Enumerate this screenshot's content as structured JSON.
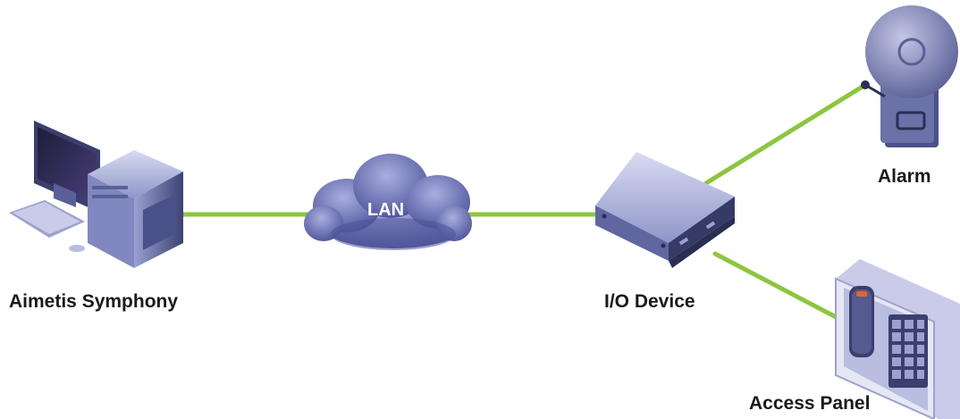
{
  "nodes": {
    "symphony": "Aimetis Symphony",
    "lan": "LAN",
    "io_device": "I/O Device",
    "alarm": "Alarm",
    "access_panel": "Access Panel"
  },
  "colors": {
    "link": "#8CC63F",
    "device_dark": "#3a3f6e",
    "device_mid": "#6b72a8",
    "device_light": "#b9bde0",
    "cloud": "#6a70b5",
    "badge_orange": "#e8622a"
  },
  "icons": [
    "computer-icon",
    "cloud-icon",
    "io-box-icon",
    "bell-icon",
    "keypad-icon"
  ]
}
